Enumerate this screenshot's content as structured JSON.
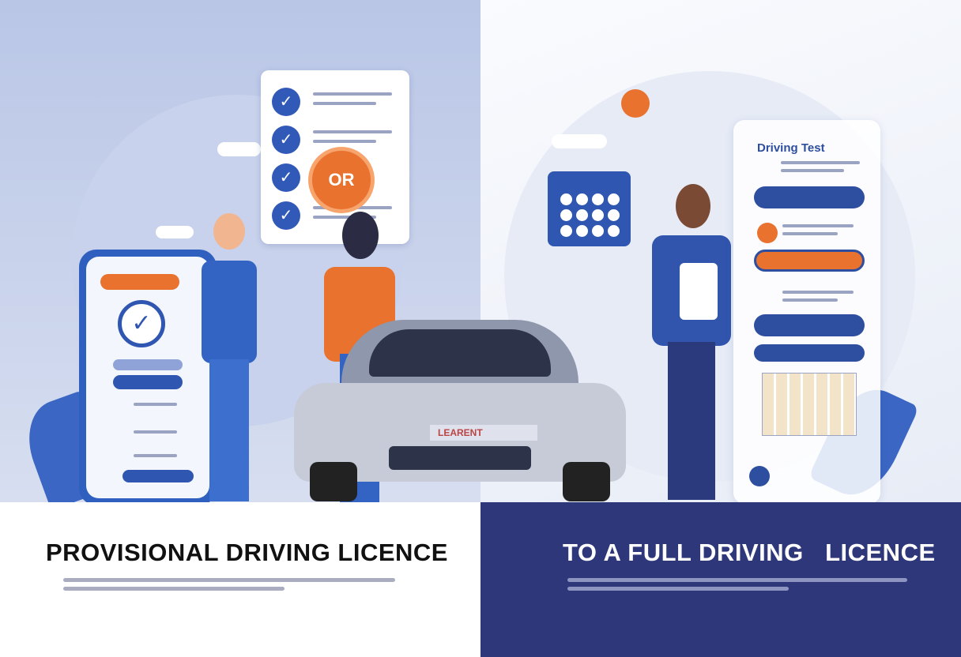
{
  "left": {
    "headline": "PROVISIONAL DRIVING LICENCE",
    "badge_text": "OR",
    "plate_text": "LEARENT"
  },
  "right": {
    "headline": "TO A FULL DRIVING   LICENCE",
    "panel_title": "Driving Test"
  },
  "colors": {
    "blue": "#2f56b0",
    "orange": "#e8722e",
    "navy": "#2d3779"
  },
  "icons": [
    "check-icon",
    "calendar-icon",
    "leaf-icon",
    "cloud-icon",
    "car-icon"
  ]
}
